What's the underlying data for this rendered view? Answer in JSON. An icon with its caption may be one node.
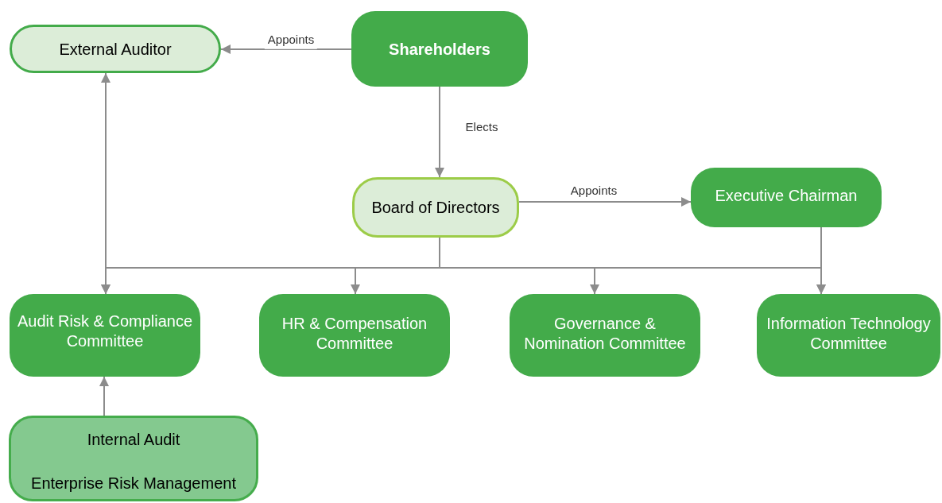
{
  "diagram": {
    "nodes": [
      {
        "text": [
          "External Auditor"
        ]
      },
      {
        "text": [
          "Shareholders"
        ]
      },
      {
        "text": [
          "Board of Directors"
        ]
      },
      {
        "text": [
          "Executive Chairman"
        ]
      },
      {
        "text": [
          "Audit Risk & Compliance Committee"
        ]
      },
      {
        "text": [
          "HR & Compensation Committee"
        ]
      },
      {
        "text": [
          "Governance & Nomination Committee"
        ]
      },
      {
        "text": [
          "Information Technology Committee"
        ]
      },
      {
        "text": [
          "Internal Audit",
          "Enterprise Risk Management"
        ]
      }
    ],
    "edges": [
      {
        "from": 1,
        "to": 0,
        "arrow": "to",
        "label": "Appoints"
      },
      {
        "from": 1,
        "to": 2,
        "arrow": "to",
        "label": "Elects"
      },
      {
        "from": 2,
        "to": 3,
        "arrow": "to",
        "label": "Appoints"
      },
      {
        "from": 2,
        "to": 4,
        "arrow": "to"
      },
      {
        "from": 2,
        "to": 5,
        "arrow": "to"
      },
      {
        "from": 2,
        "to": 6,
        "arrow": "to"
      },
      {
        "from": 2,
        "to": 7,
        "arrow": "to"
      },
      {
        "from": 3,
        "to": 7,
        "arrow": "to"
      },
      {
        "from": 4,
        "to": 0,
        "arrow": "both"
      },
      {
        "from": 8,
        "to": 4,
        "arrow": "to"
      }
    ]
  }
}
